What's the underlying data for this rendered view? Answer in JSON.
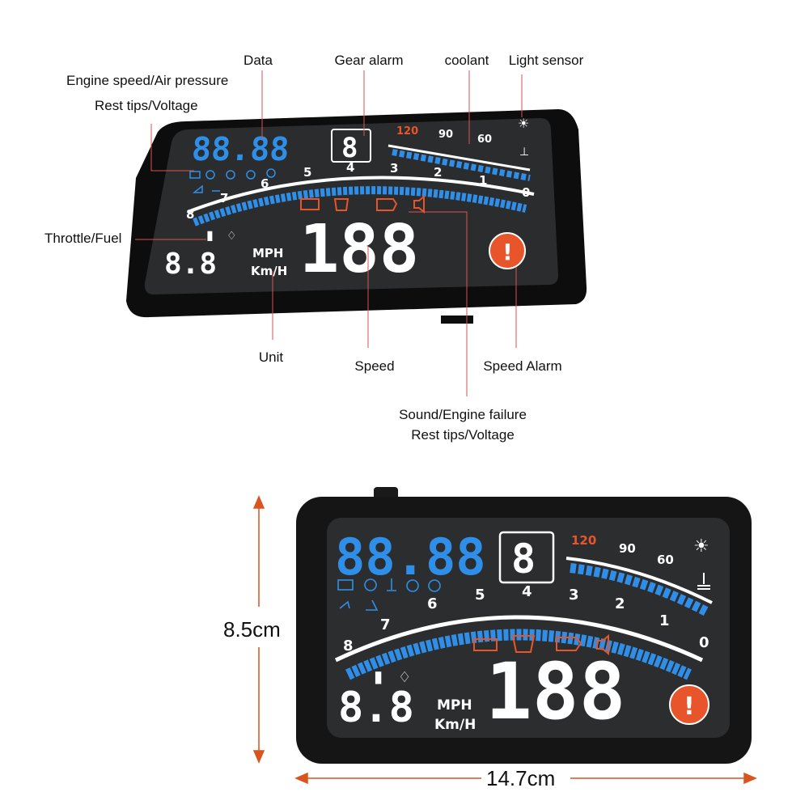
{
  "callouts": {
    "data": "Data",
    "gear_alarm": "Gear alarm",
    "coolant": "coolant",
    "light_sensor": "Light sensor",
    "engine_speed": "Engine speed/Air pressure",
    "rest_tips_top": "Rest tips/Voltage",
    "throttle_fuel": "Throttle/Fuel",
    "unit": "Unit",
    "speed": "Speed",
    "speed_alarm": "Speed Alarm",
    "sound_engine_1": "Sound/Engine failure",
    "sound_engine_2": "Rest tips/Voltage"
  },
  "display": {
    "data_digits": "88.88",
    "gear_digit": "8",
    "speed_digits": "188",
    "small_digits": "8.8",
    "unit_mph": "MPH",
    "unit_kmh": "Km/H",
    "coolant_marks": [
      "120",
      "90",
      "60"
    ],
    "rpm_marks": [
      "8",
      "7",
      "6",
      "5",
      "4",
      "3",
      "2",
      "1",
      "0"
    ],
    "alarm_symbol": "!",
    "sun_glyph": "☀"
  },
  "dimensions": {
    "height": "8.5cm",
    "width": "14.7cm"
  },
  "colors": {
    "callout_line": "#d9534f",
    "dimension_arrow": "#d9541e",
    "hud_blue": "#2f8fe8",
    "hud_orange": "#e8552a",
    "hud_white": "#ffffff",
    "screen_bg": "#2e2f31",
    "bezel": "#141415"
  },
  "icons": [
    "battery-icon",
    "coffee-icon",
    "engine-icon",
    "sound-icon",
    "sun-icon",
    "thermometer-icon",
    "fuel-icon",
    "throttle-icon",
    "alert-icon"
  ]
}
